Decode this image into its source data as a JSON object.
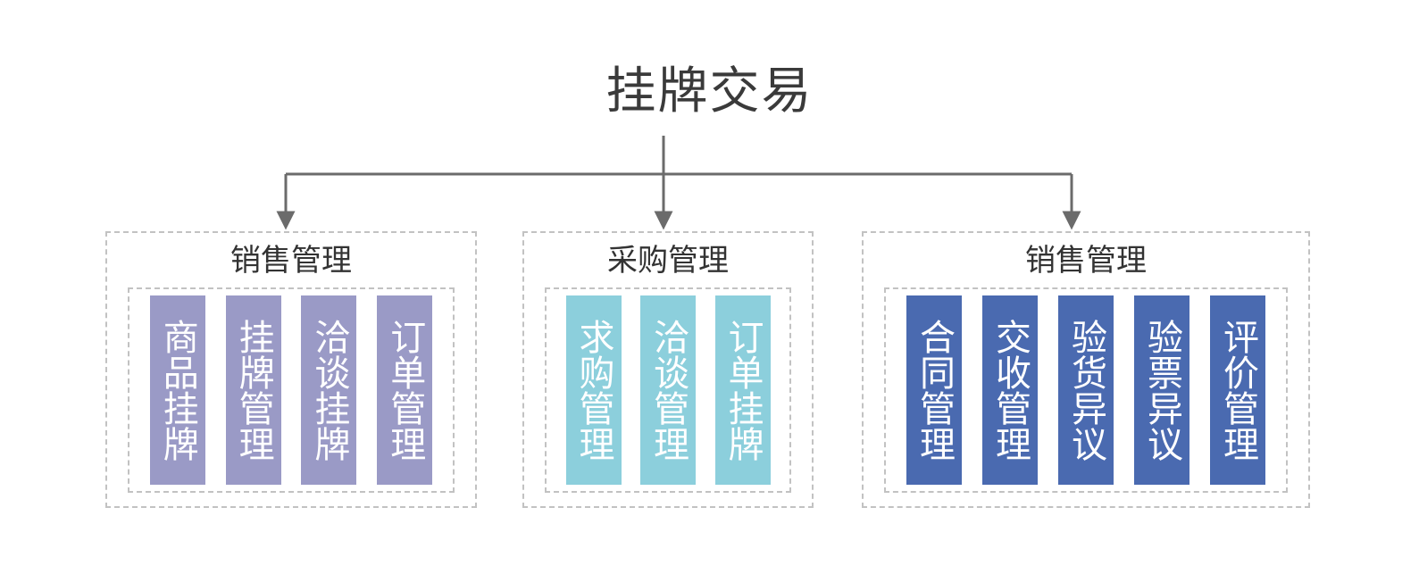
{
  "diagram": {
    "root_title": "挂牌交易",
    "connector_color": "#6b6b6b",
    "group_border_color": "#c2c2c2",
    "groups": [
      {
        "title": "销售管理",
        "color": "#9a9ac6",
        "items": [
          {
            "label": "商品挂牌"
          },
          {
            "label": "挂牌管理"
          },
          {
            "label": "洽谈挂牌"
          },
          {
            "label": "订单管理"
          }
        ]
      },
      {
        "title": "采购管理",
        "color": "#8ccfdc",
        "items": [
          {
            "label": "求购管理"
          },
          {
            "label": "洽谈管理"
          },
          {
            "label": "订单挂牌"
          }
        ]
      },
      {
        "title": "销售管理",
        "color": "#4a6ab0",
        "items": [
          {
            "label": "合同管理"
          },
          {
            "label": "交收管理"
          },
          {
            "label": "验货异议"
          },
          {
            "label": "验票异议"
          },
          {
            "label": "评价管理"
          }
        ]
      }
    ]
  }
}
